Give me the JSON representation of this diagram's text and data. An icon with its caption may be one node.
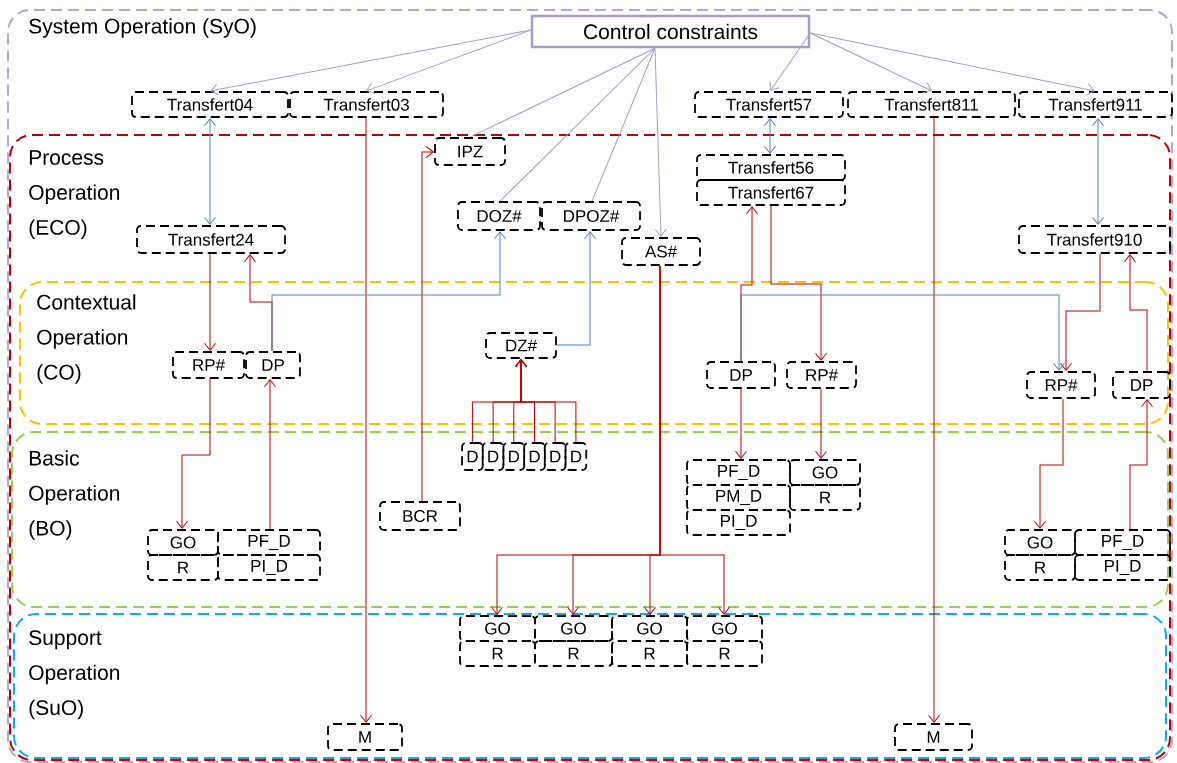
{
  "diagram": {
    "nodes": [
      {
        "text": [
          "System Operation (SyO)"
        ]
      },
      {
        "text": [
          "Process Operation (ECO)"
        ],
        "in": 0
      },
      {
        "text": [
          "Contextual Operation (CO)"
        ],
        "in": 1
      },
      {
        "text": [
          "Basic Operation (BO)"
        ],
        "in": 1
      },
      {
        "text": [
          "Support Operation (SuO)"
        ],
        "in": 1
      },
      {
        "text": [
          "Control constraints"
        ],
        "in": 0
      },
      {
        "text": [
          "Transfert04"
        ],
        "in": 0
      },
      {
        "text": [
          "Transfert03"
        ],
        "in": 0
      },
      {
        "text": [
          "Transfert57"
        ],
        "in": 0
      },
      {
        "text": [
          "Transfert811"
        ],
        "in": 0
      },
      {
        "text": [
          "Transfert911"
        ],
        "in": 0
      },
      {
        "text": [
          "IPZ"
        ],
        "in": 1
      },
      {
        "text": [
          "Transfert56"
        ],
        "in": 1
      },
      {
        "text": [
          "Transfert67"
        ],
        "in": 1
      },
      {
        "text": [
          "DOZ#"
        ],
        "in": 1
      },
      {
        "text": [
          "DPOZ#"
        ],
        "in": 1
      },
      {
        "text": [
          "AS#"
        ],
        "in": 1
      },
      {
        "text": [
          "Transfert24"
        ],
        "in": 1
      },
      {
        "text": [
          "Transfert910"
        ],
        "in": 1
      },
      {
        "text": [
          "RP#"
        ],
        "in": 2
      },
      {
        "text": [
          "DP"
        ],
        "in": 2
      },
      {
        "text": [
          "DZ#"
        ],
        "in": 2
      },
      {
        "text": [
          "DP"
        ],
        "in": 2
      },
      {
        "text": [
          "RP#"
        ],
        "in": 2
      },
      {
        "text": [
          "RP#"
        ],
        "in": 2
      },
      {
        "text": [
          "DP"
        ],
        "in": 2
      },
      {
        "text": [
          "D"
        ],
        "in": 3
      },
      {
        "text": [
          "D"
        ],
        "in": 3
      },
      {
        "text": [
          "D"
        ],
        "in": 3
      },
      {
        "text": [
          "D"
        ],
        "in": 3
      },
      {
        "text": [
          "D"
        ],
        "in": 3
      },
      {
        "text": [
          "D"
        ],
        "in": 3
      },
      {
        "text": [
          "PF_D"
        ],
        "in": 3
      },
      {
        "text": [
          "PM_D"
        ],
        "in": 3
      },
      {
        "text": [
          "PI_D"
        ],
        "in": 3
      },
      {
        "text": [
          "GO"
        ],
        "in": 3
      },
      {
        "text": [
          "R"
        ],
        "in": 3
      },
      {
        "text": [
          "BCR"
        ],
        "in": 3
      },
      {
        "text": [
          "GO"
        ],
        "in": 3
      },
      {
        "text": [
          "R"
        ],
        "in": 3
      },
      {
        "text": [
          "PF_D"
        ],
        "in": 3
      },
      {
        "text": [
          "PI_D"
        ],
        "in": 3
      },
      {
        "text": [
          "GO"
        ],
        "in": 3
      },
      {
        "text": [
          "R"
        ],
        "in": 3
      },
      {
        "text": [
          "PF_D"
        ],
        "in": 3
      },
      {
        "text": [
          "PI_D"
        ],
        "in": 3
      },
      {
        "text": [
          "GO"
        ],
        "in": 4
      },
      {
        "text": [
          "R"
        ],
        "in": 4
      },
      {
        "text": [
          "GO"
        ],
        "in": 4
      },
      {
        "text": [
          "R"
        ],
        "in": 4
      },
      {
        "text": [
          "GO"
        ],
        "in": 4
      },
      {
        "text": [
          "R"
        ],
        "in": 4
      },
      {
        "text": [
          "GO"
        ],
        "in": 4
      },
      {
        "text": [
          "R"
        ],
        "in": 4
      },
      {
        "text": [
          "M"
        ],
        "in": 4
      },
      {
        "text": [
          "M"
        ],
        "in": 4
      }
    ],
    "edges": [
      {
        "from": 5,
        "to": 6,
        "arrow": "to",
        "color": "#a99bc9"
      },
      {
        "from": 5,
        "to": 7,
        "arrow": "to",
        "color": "#a99bc9"
      },
      {
        "from": 5,
        "to": 11,
        "arrow": "none",
        "color": "#a99bc9"
      },
      {
        "from": 5,
        "to": 14,
        "arrow": "none",
        "color": "#a99bc9"
      },
      {
        "from": 5,
        "to": 15,
        "arrow": "none",
        "color": "#a99bc9"
      },
      {
        "from": 5,
        "to": 16,
        "arrow": "to",
        "color": "#a99bc9"
      },
      {
        "from": 5,
        "to": 8,
        "arrow": "to",
        "color": "#a99bc9"
      },
      {
        "from": 5,
        "to": 9,
        "arrow": "to",
        "color": "#a99bc9"
      },
      {
        "from": 5,
        "to": 10,
        "arrow": "to",
        "color": "#a99bc9"
      },
      {
        "from": 6,
        "to": 17,
        "arrow": "both",
        "color": "#4f81bd"
      },
      {
        "from": 8,
        "to": 12,
        "arrow": "both",
        "color": "#4f81bd"
      },
      {
        "from": 10,
        "to": 18,
        "arrow": "both",
        "color": "#4f81bd"
      },
      {
        "from": 7,
        "to": 54,
        "arrow": "to"
      },
      {
        "from": 9,
        "to": 55,
        "arrow": "to"
      },
      {
        "from": 37,
        "to": 11,
        "arrow": "to"
      },
      {
        "from": 17,
        "to": 19,
        "arrow": "to"
      },
      {
        "from": 20,
        "to": 17,
        "arrow": "to"
      },
      {
        "from": 19,
        "to": 38,
        "arrow": "to"
      },
      {
        "from": 40,
        "to": 20,
        "arrow": "to"
      },
      {
        "from": 26,
        "to": 21,
        "arrow": "to"
      },
      {
        "from": 27,
        "to": 21,
        "arrow": "to"
      },
      {
        "from": 28,
        "to": 21,
        "arrow": "to"
      },
      {
        "from": 29,
        "to": 21,
        "arrow": "to"
      },
      {
        "from": 30,
        "to": 21,
        "arrow": "to"
      },
      {
        "from": 31,
        "to": 21,
        "arrow": "to"
      },
      {
        "from": 16,
        "to": 46,
        "arrow": "to"
      },
      {
        "from": 16,
        "to": 48,
        "arrow": "to"
      },
      {
        "from": 16,
        "to": 50,
        "arrow": "to"
      },
      {
        "from": 16,
        "to": 52,
        "arrow": "to"
      },
      {
        "from": 13,
        "to": 23,
        "arrow": "to"
      },
      {
        "from": 22,
        "to": 13,
        "arrow": "to"
      },
      {
        "from": 22,
        "to": 32,
        "arrow": "to"
      },
      {
        "from": 23,
        "to": 35,
        "arrow": "to"
      },
      {
        "from": 18,
        "to": 24,
        "arrow": "to"
      },
      {
        "from": 25,
        "to": 18,
        "arrow": "to"
      },
      {
        "from": 24,
        "to": 42,
        "arrow": "to"
      },
      {
        "from": 44,
        "to": 25,
        "arrow": "to"
      },
      {
        "from": 20,
        "to": 14,
        "arrow": "to",
        "color": "#4f81bd"
      },
      {
        "from": 22,
        "to": 24,
        "arrow": "to",
        "color": "#4f81bd"
      },
      {
        "from": 21,
        "to": 15,
        "arrow": "to",
        "color": "#4f81bd"
      }
    ]
  }
}
